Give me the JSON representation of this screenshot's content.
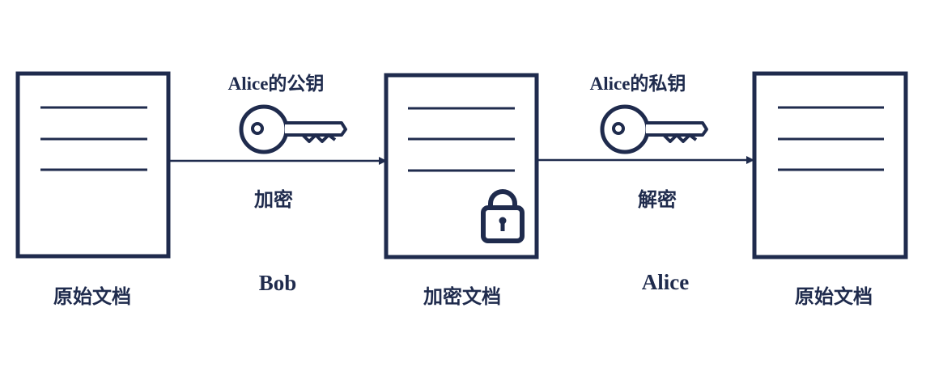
{
  "colors": {
    "primary": "#1f2b4d",
    "background": "#ffffff"
  },
  "documents": {
    "left": {
      "label": "原始文档",
      "icon": "document-icon"
    },
    "middle": {
      "label": "加密文档",
      "icon": "encrypted-document-icon",
      "badge": "lock-icon"
    },
    "right": {
      "label": "原始文档",
      "icon": "document-icon"
    }
  },
  "steps": {
    "encrypt": {
      "key_label": "Alice的公钥",
      "action_label": "加密",
      "actor_label": "Bob",
      "icon": "key-icon"
    },
    "decrypt": {
      "key_label": "Alice的私钥",
      "action_label": "解密",
      "actor_label": "Alice",
      "icon": "key-icon"
    }
  }
}
